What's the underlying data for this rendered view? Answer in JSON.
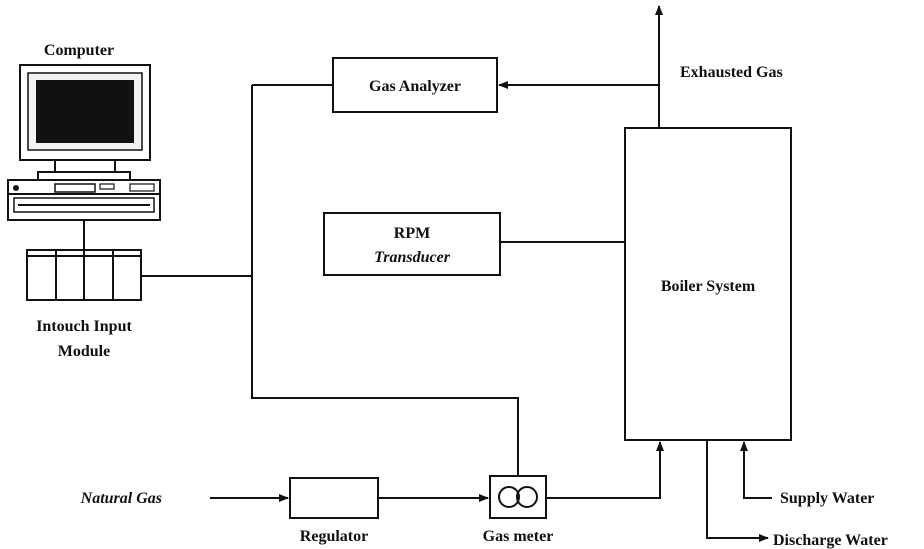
{
  "labels": {
    "computer": "Computer",
    "intouch_line1": "Intouch Input",
    "intouch_line2": "Module",
    "gas_analyzer": "Gas Analyzer",
    "rpm_line1": "RPM",
    "rpm_line2": "Transducer",
    "exhausted_gas": "Exhausted Gas",
    "boiler_system": "Boiler System",
    "natural_gas": "Natural Gas",
    "regulator": "Regulator",
    "gas_meter": "Gas meter",
    "supply_water": "Supply Water",
    "discharge_water": "Discharge Water"
  },
  "colors": {
    "line": "#111111",
    "monitor_screen": "#111111",
    "background": "#ffffff"
  }
}
